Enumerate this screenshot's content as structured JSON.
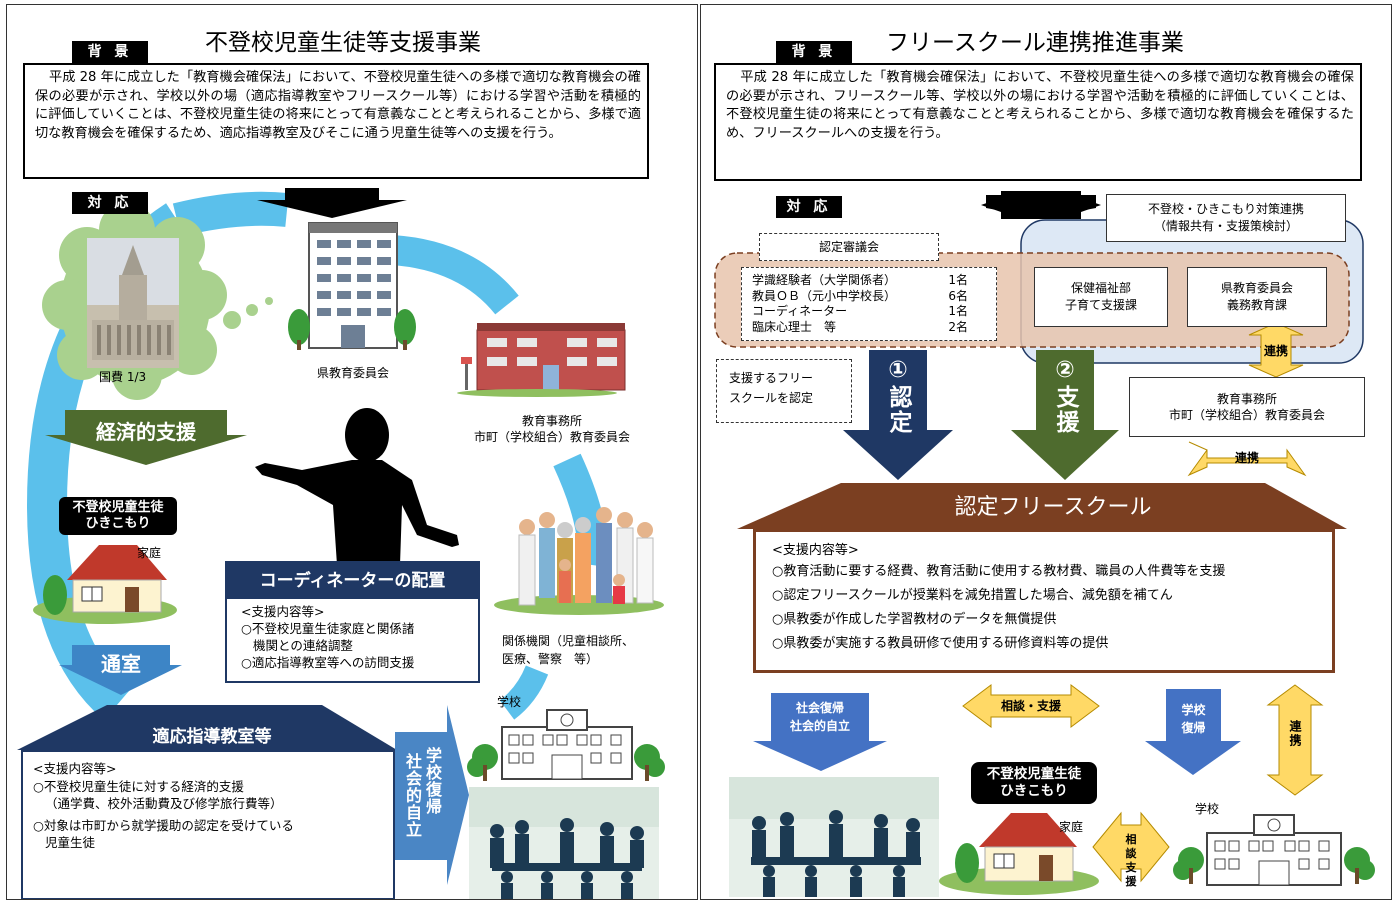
{
  "left": {
    "title": "不登校児童生徒等支援事業",
    "background_tag": "背 景",
    "background_text": "平成 28 年に成立した「教育機会確保法」において、不登校児童生徒への多様で適切な教育機会の確保の必要が示され、学校以外の場（適応指導教室やフリースクール等）における学習や活動を積極的に評価していくことは、不登校児童生徒の将来にとって有意義なことと考えられることから、多様で適切な教育機会を確保するため、適応指導教室及びそこに通う児童生徒等への支援を行う。",
    "response_tag": "対 応",
    "national": "国費 1/3",
    "pref_board": "県教育委員会",
    "office_line1": "教育事務所",
    "office_line2": "市町（学校組合）教育委員会",
    "economic_support": "経済的支援",
    "student_line1": "不登校児童生徒",
    "student_line2": "ひきこもり",
    "home": "家庭",
    "coordinator_title": "コーディネーターの配置",
    "coordinator_sub": "<支援内容等>",
    "coordinator_item1a": "○不登校児童生徒家庭と関係諸",
    "coordinator_item1b": "機関との連絡調整",
    "coordinator_item2": "○適応指導教室等への訪問支援",
    "related_line1": "関係機関（児童相談所、",
    "related_line2": "医療、警察　等）",
    "commute": "通室",
    "classroom_title": "適応指導教室等",
    "classroom_sub": "<支援内容等>",
    "classroom_item1a": "○不登校児童生徒に対する経済的支援",
    "classroom_item1b": "（通学費、校外活動費及び修学旅行費等）",
    "classroom_item2a": "○対象は市町から就学援助の認定を受けている",
    "classroom_item2b": "児童生徒",
    "school": "学校",
    "return_col1": "学校復帰",
    "return_col2": "社会的自立"
  },
  "right": {
    "title": "フリースクール連携推進事業",
    "background_tag": "背 景",
    "background_text": "平成 28 年に成立した「教育機会確保法」において、不登校児童生徒への多様で適切な教育機会の確保の必要が示され、フリースクール等、学校以外の場における学習や活動を積極的に評価していくことは、不登校児童生徒の将来にとって有意義なことと考えられることから、多様で適切な教育機会を確保するため、フリースクールへの支援を行う。",
    "response_tag": "対 応",
    "council": "認定審議会",
    "members": [
      {
        "role": "学識経験者（大学関係者）",
        "count": "1名"
      },
      {
        "role": "教員ＯＢ（元小中学校長）",
        "count": "6名"
      },
      {
        "role": "コーディネーター",
        "count": "1名"
      },
      {
        "role": "臨床心理士　等",
        "count": "2名"
      }
    ],
    "certify_note1": "支援するフリー",
    "certify_note2": "スクールを認定",
    "arrow1": "①認定",
    "arrow2": "②支援",
    "coop_line1": "不登校・ひきこもり対策連携",
    "coop_line2": "（情報共有・支援策検討）",
    "welfare_line1": "保健福祉部",
    "welfare_line2": "子育て支援課",
    "board_line1": "県教育委員会",
    "board_line2": "義務教育課",
    "link1": "連携",
    "office_line1": "教育事務所",
    "office_line2": "市町（学校組合）教育委員会",
    "link2": "連携",
    "freeschool_title": "認定フリースクール",
    "fs_sub": "<支援内容等>",
    "fs_items": [
      "○教育活動に要する経費、教育活動に使用する教材費、職員の人件費等を支援",
      "○認定フリースクールが授業料を減免措置した場合、減免額を補てん",
      "○県教委が作成した学習教材のデータを無償提供",
      "○県教委が実施する教員研修で使用する研修資料等の提供"
    ],
    "social_line1": "社会復帰",
    "social_line2": "社会的自立",
    "consult": "相談・支援",
    "school_return1": "学校",
    "school_return2": "復帰",
    "link3": "連携",
    "student_line1": "不登校児童生徒",
    "student_line2": "ひきこもり",
    "home": "家庭",
    "consult2_line1": "相談",
    "consult2_line2": "支援",
    "school": "学校"
  },
  "colors": {
    "navy": "#1f3864",
    "green_arrow": "#4e6b2e",
    "blue_arrow": "#4472c4",
    "light_blue": "#5bc0eb",
    "brown": "#7b3f21",
    "yellow": "#ffd966",
    "council_bg": "#e8c4ad"
  }
}
